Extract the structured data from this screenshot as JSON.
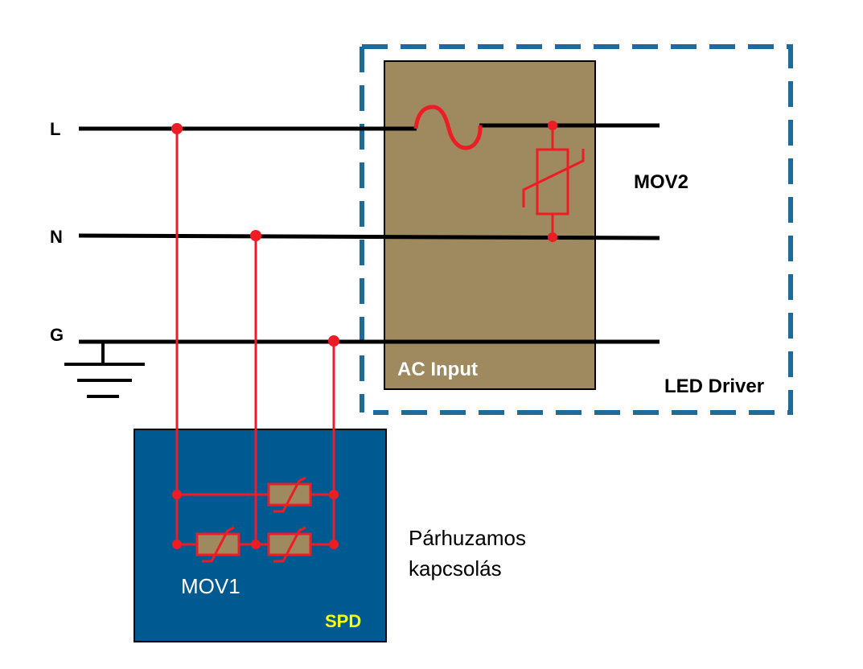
{
  "lines": {
    "L": "L",
    "N": "N",
    "G": "G"
  },
  "driver": {
    "box_label": "LED Driver",
    "input_label": "AC Input",
    "mov_label": "MOV2"
  },
  "spd": {
    "box_label": "SPD",
    "mov_label": "MOV1"
  },
  "note": {
    "line1": "Párhuzamos",
    "line2": "kapcsolás"
  },
  "colors": {
    "wire": "#000000",
    "red": "#ee1c25",
    "ac_input_fill": "#9e8a5e",
    "spd_fill": "#005a92",
    "driver_dash": "#1f6a99",
    "mov_fill": "#9e8a5e",
    "spd_label": "#ffff00"
  }
}
